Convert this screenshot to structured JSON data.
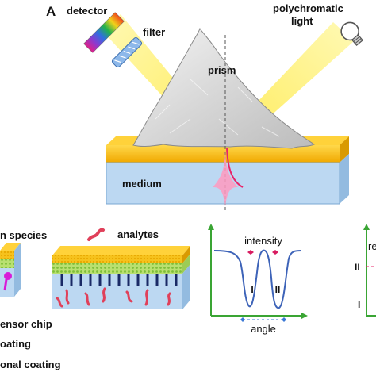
{
  "panel_label": "A",
  "labels": {
    "detector": "detector",
    "filter": "filter",
    "polychromatic_line1": "polychromatic",
    "polychromatic_line2": "light",
    "prism": "prism",
    "medium": "medium",
    "species": "n species",
    "analytes": "analytes",
    "legend_sensor_chip": "ensor chip",
    "legend_coating": "oating",
    "legend_functional_coating": "onal coating"
  },
  "spectrum_plot": {
    "top_label": "intensity",
    "bottom_label": "angle",
    "dip_labels": [
      "I",
      "II"
    ]
  },
  "right_plot": {
    "top_label_fragment": "re",
    "tick_labels": [
      "II",
      "I"
    ]
  },
  "colors": {
    "gold": "#f2b600",
    "gold_dark": "#d99a00",
    "medium_fill": "#bcd8f2",
    "medium_side": "#93bbe0",
    "light_beam": "#ffee55",
    "evanescent": "#e8246a",
    "plot_axis": "#3aa534",
    "plot_curve": "#3d63b8",
    "accent_pink": "#d81b60",
    "accent_blue": "#3a78d6"
  }
}
